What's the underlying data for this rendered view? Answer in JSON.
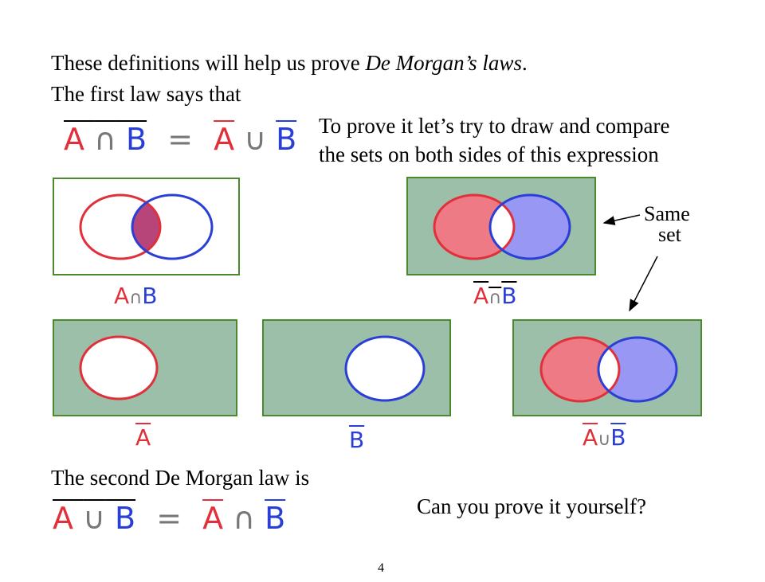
{
  "intro": {
    "line1_before": "These definitions will help us prove ",
    "line1_italic": "De Morgan’s laws",
    "line1_after": ".",
    "line2": "The first law says that"
  },
  "first_law": {
    "a": "A",
    "cap": "∩",
    "b": "B",
    "eq": "=",
    "cup": "∪"
  },
  "prove_text": {
    "line1": "To prove it let’s try to draw and compare",
    "line2": "the sets on both sides of this expression"
  },
  "callout": {
    "line1": "Same",
    "line2": "set"
  },
  "captions": {
    "a_cap_b": {
      "a": "A",
      "op": "∩",
      "b": "B"
    },
    "not_a_cap_b": {
      "a": "A",
      "op": "∩",
      "b": "B"
    },
    "not_a": "A",
    "not_b": "B",
    "not_a_cup_not_b": {
      "a": "A",
      "op": "∪",
      "b": "B"
    }
  },
  "second_law": {
    "text": "The second De Morgan law is",
    "a": "A",
    "cup": "∪",
    "b": "B",
    "eq": "=",
    "cap": "∩"
  },
  "question": "Can you prove it yourself?",
  "page_number": "4",
  "colors": {
    "set_a": "#e0303a",
    "set_b": "#2a3fd6",
    "complement_fill": "#9cbfaa",
    "box_border": "#4a8a2c",
    "fill_a": "#ee7a86",
    "fill_b": "#9898f4",
    "intersection_fill": "#b8457a"
  }
}
